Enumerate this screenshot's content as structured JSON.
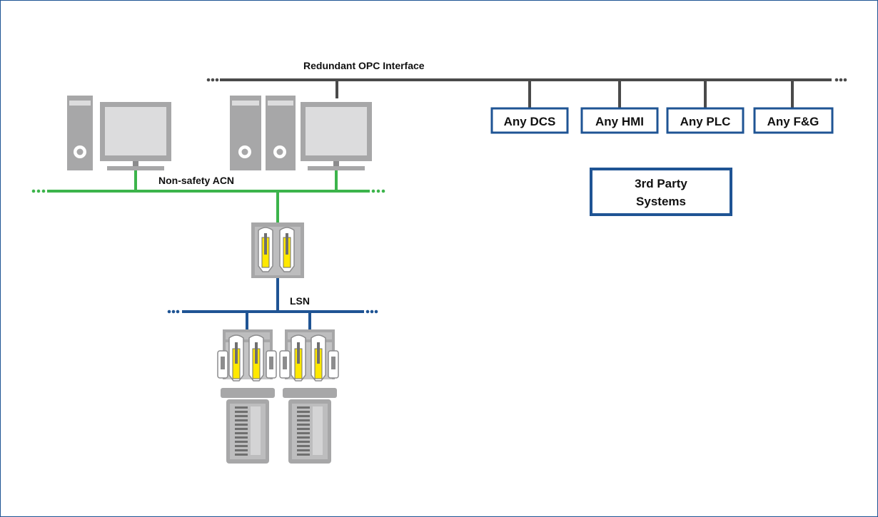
{
  "diagram": {
    "buses": {
      "opc": {
        "label": "Redundant OPC Interface",
        "color": "#4a4a4a"
      },
      "acn": {
        "label": "Non-safety ACN",
        "color": "#3cb44b"
      },
      "lsn": {
        "label": "LSN",
        "color": "#1f5494"
      }
    },
    "third_party_systems": [
      "Any DCS",
      "Any HMI",
      "Any PLC",
      "Any F&G"
    ],
    "third_party_title_line1": "3rd Party",
    "third_party_title_line2": "Systems",
    "colors": {
      "border": "#1f5494",
      "device_gray": "#a7a7a8",
      "device_dark": "#8c8c8d",
      "screen": "#dcdcdd",
      "module_yellow": "#ffe800"
    }
  }
}
